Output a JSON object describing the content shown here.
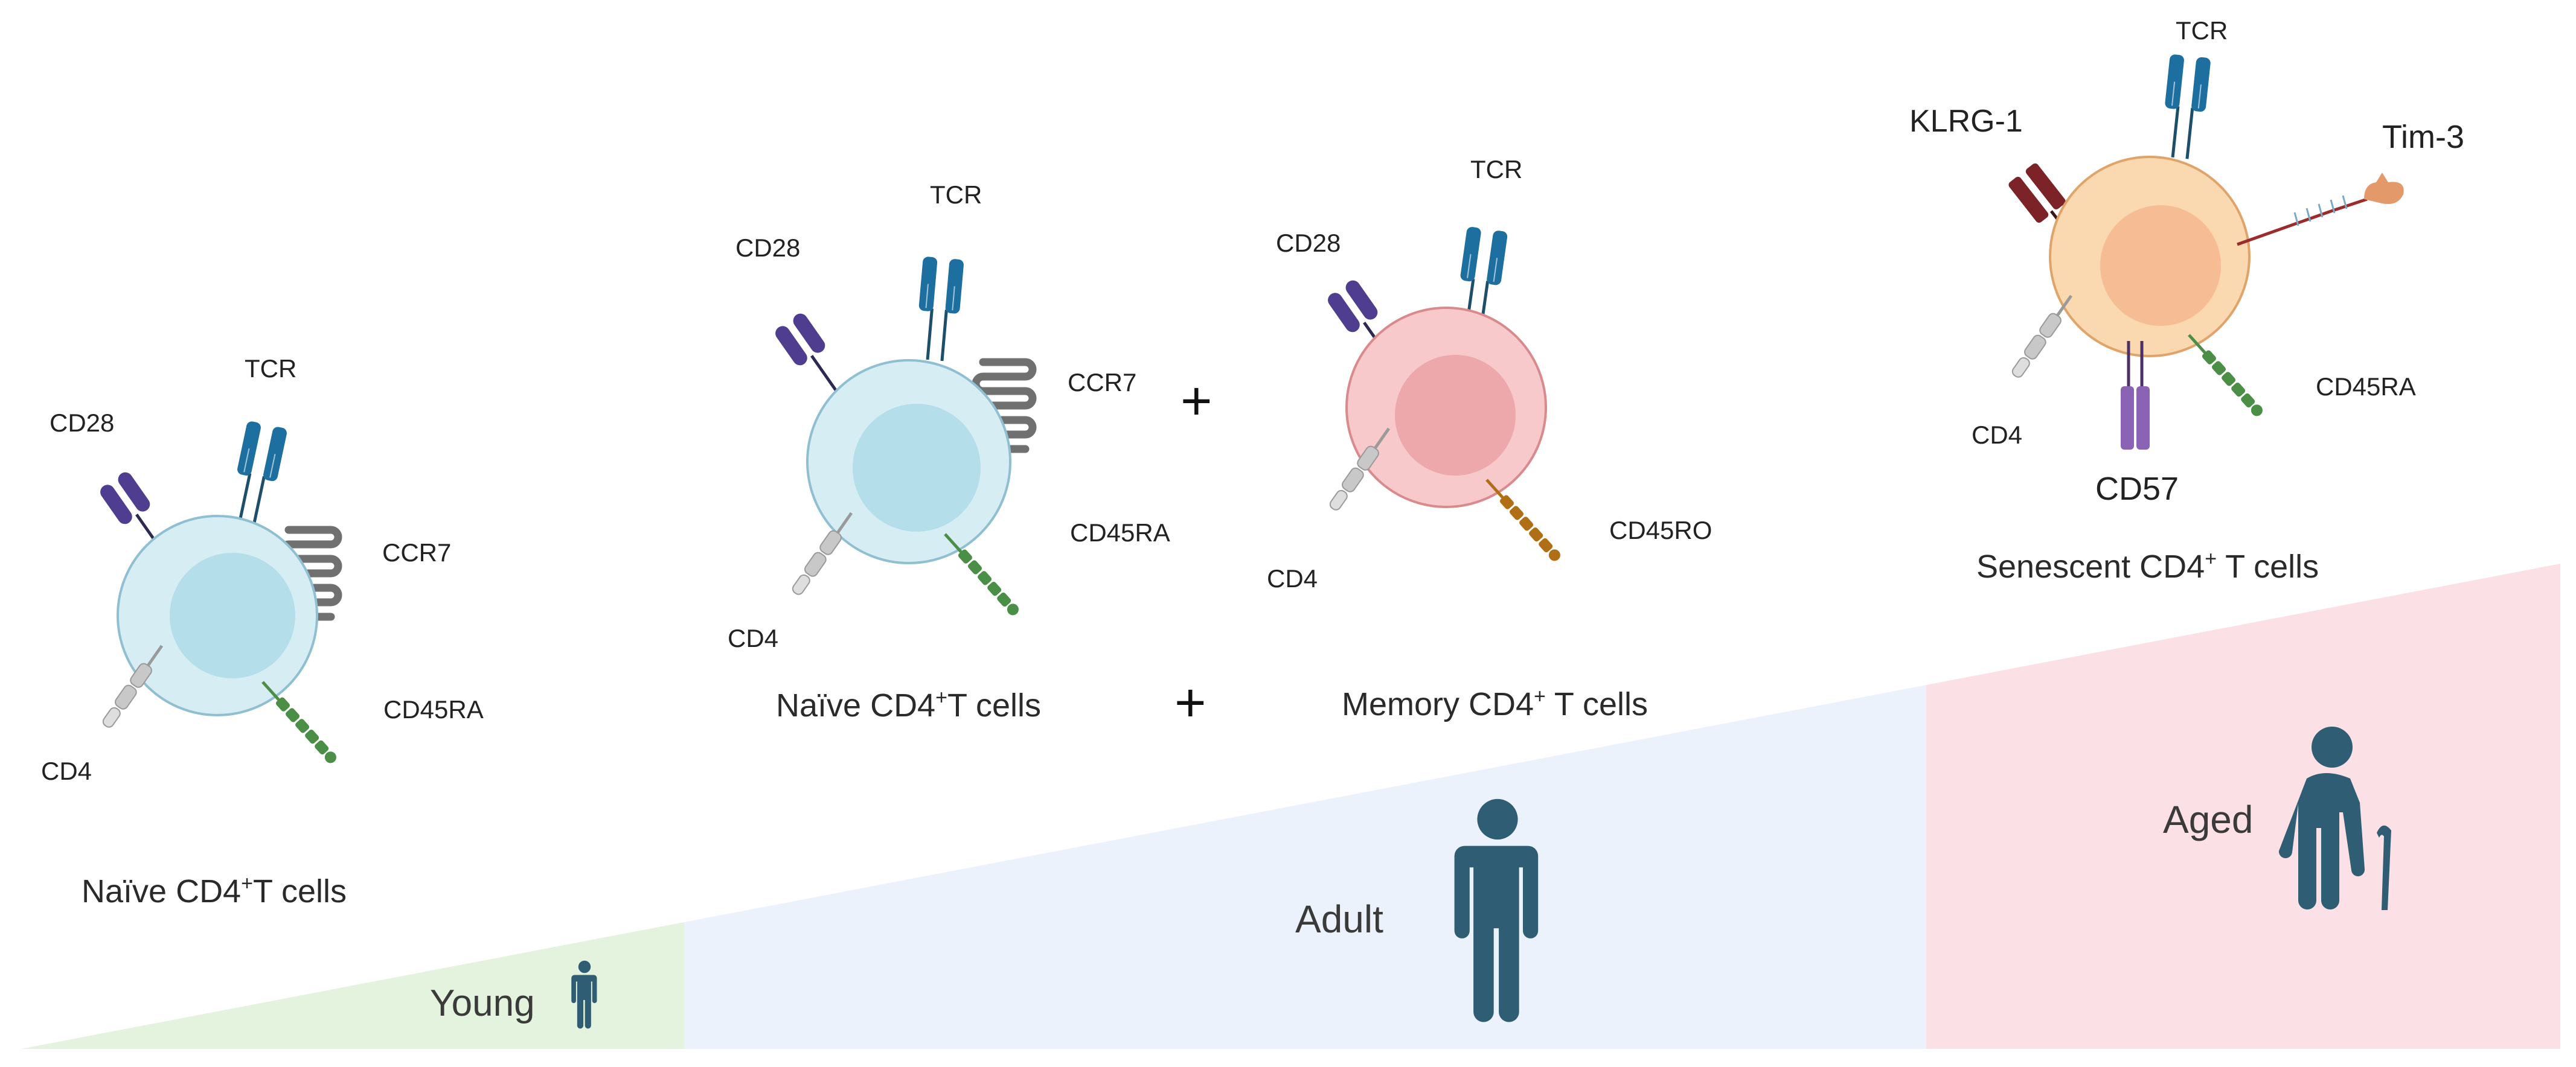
{
  "colors": {
    "young_band": "#e3f3dd",
    "adult_band": "#ecf2fb",
    "aged_band": "#fbe0e5",
    "figure": "#2f5d73",
    "naive_cell_outer": "#d6edf4",
    "naive_cell_inner": "#b4dfea",
    "memory_cell_outer": "#f8c9cb",
    "memory_cell_inner": "#eca8aa",
    "senescent_cell_outer": "#fbd9b0",
    "senescent_cell_inner": "#f6bd95",
    "tcr": "#1d6fa0",
    "cd28": "#4f3d8f",
    "ccr7": "#707070",
    "cd45ra": "#4a8f45",
    "cd45ro": "#b06f14",
    "cd4": "#b8b8b8",
    "klrg1": "#7b2326",
    "cd57": "#8a63b5",
    "tim3": "#e4996b"
  },
  "age_groups": {
    "young": "Young",
    "adult": "Adult",
    "aged": "Aged"
  },
  "plus_signs": [
    "+",
    "+"
  ],
  "cells": {
    "young_naive": {
      "title": "Naïve CD4",
      "title_sup": "+",
      "title_tail": "T cells",
      "markers": {
        "tcr": "TCR",
        "cd28": "CD28",
        "ccr7": "CCR7",
        "cd45ra": "CD45RA",
        "cd4": "CD4"
      }
    },
    "adult_naive": {
      "title": "Naïve CD4",
      "title_sup": "+",
      "title_tail": "T cells",
      "markers": {
        "tcr": "TCR",
        "cd28": "CD28",
        "ccr7": "CCR7",
        "cd45ra": "CD45RA",
        "cd4": "CD4"
      }
    },
    "adult_memory": {
      "title": "Memory CD4",
      "title_sup": "+",
      "title_tail": " T cells",
      "markers": {
        "tcr": "TCR",
        "cd28": "CD28",
        "cd45ro": "CD45RO",
        "cd4": "CD4"
      }
    },
    "aged_senescent": {
      "title": "Senescent  CD4",
      "title_sup": "+",
      "title_tail": " T cells",
      "markers": {
        "tcr": "TCR",
        "klrg1": "KLRG-1",
        "tim3": "Tim-3",
        "cd45ra": "CD45RA",
        "cd4": "CD4",
        "cd57": "CD57"
      }
    }
  }
}
